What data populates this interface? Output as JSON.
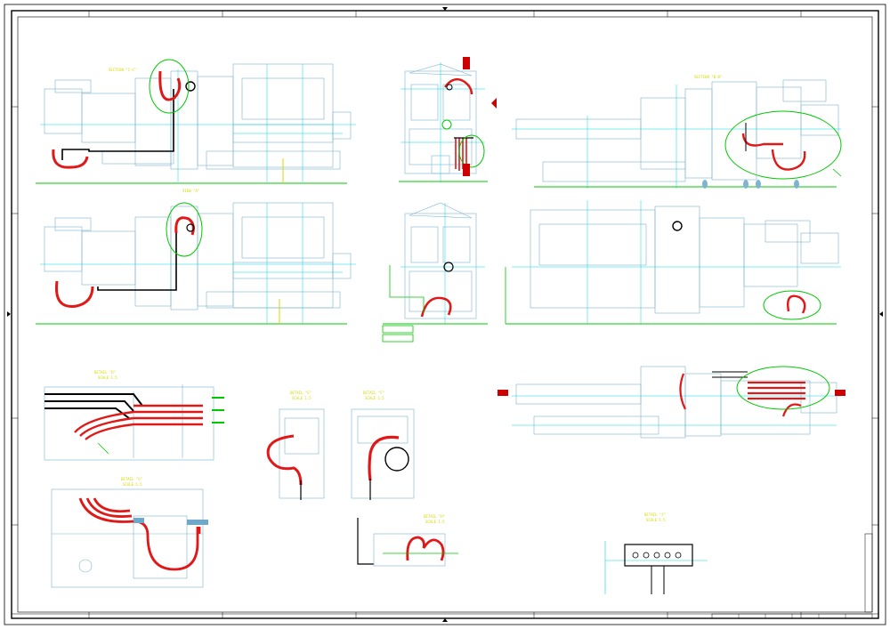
{
  "drawing": {
    "labels": {
      "section_c": "SECTION \"C-C\"",
      "section_b": "SECTION \"B-B\"",
      "view_a": "VIEW \"A\"",
      "detail_1": "DETAIL \"D\"",
      "detail_1_scale": "SCALE 1:5",
      "detail_2": "DETAIL \"E\"",
      "detail_2_scale": "SCALE 1:5",
      "detail_3": "DETAIL \"F\"",
      "detail_3_scale": "SCALE 1:5",
      "detail_4": "DETAIL \"G\"",
      "detail_4_scale": "SCALE 1:5",
      "detail_5": "DETAIL \"H\"",
      "detail_5_scale": "SCALE 1:5",
      "detail_6": "DETAIL \"J\"",
      "detail_6_scale": "SCALE 1:5"
    },
    "colors": {
      "frame": "#000000",
      "machine": "#6fa8c8",
      "centerline": "#00d8e0",
      "ground": "#00c800",
      "hose": "#e01818",
      "callout": "#00c800",
      "pipe": "#000000",
      "label": "#d8d800",
      "valve": "#cc0000"
    }
  }
}
